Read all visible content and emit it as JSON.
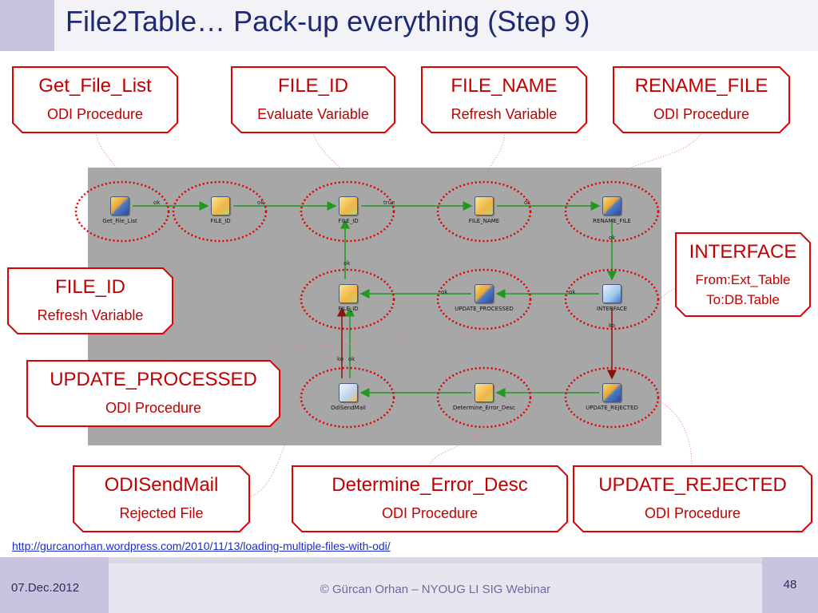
{
  "title": "File2Table… Pack-up everything (Step 9)",
  "callouts": [
    {
      "id": "get-file-list",
      "title": "Get_File_List",
      "subtitle": "ODI Procedure"
    },
    {
      "id": "file-id-evaluate",
      "title": "FILE_ID",
      "subtitle": "Evaluate Variable"
    },
    {
      "id": "file-name",
      "title": "FILE_NAME",
      "subtitle": "Refresh Variable"
    },
    {
      "id": "rename-file",
      "title": "RENAME_FILE",
      "subtitle": "ODI Procedure"
    },
    {
      "id": "interface",
      "title": "INTERFACE",
      "subtitle": "From:Ext_Table",
      "subtitle2": "To:DB.Table"
    },
    {
      "id": "file-id-refresh",
      "title": "FILE_ID",
      "subtitle": "Refresh Variable"
    },
    {
      "id": "update-processed",
      "title": "UPDATE_PROCESSED",
      "subtitle": "ODI Procedure"
    },
    {
      "id": "odisendmail",
      "title": "ODISendMail",
      "subtitle": "Rejected File"
    },
    {
      "id": "determine-error-desc",
      "title": "Determine_Error_Desc",
      "subtitle": "ODI Procedure"
    },
    {
      "id": "update-rejected",
      "title": "UPDATE_REJECTED",
      "subtitle": "ODI Procedure"
    }
  ],
  "workflow": {
    "nodes": [
      {
        "id": "get-file-list",
        "label": "Get_File_List",
        "icon": "procedure-icon"
      },
      {
        "id": "file-id-1",
        "label": "FILE_ID",
        "icon": "variable-icon"
      },
      {
        "id": "file-id-2",
        "label": "FILE_ID",
        "icon": "variable-icon"
      },
      {
        "id": "file-name",
        "label": "FILE_NAME",
        "icon": "variable-icon"
      },
      {
        "id": "rename-file",
        "label": "RENAME_FILE",
        "icon": "procedure-icon"
      },
      {
        "id": "file-id-3",
        "label": "FILE_ID",
        "icon": "variable-icon"
      },
      {
        "id": "update-processed",
        "label": "UPDATE_PROCESSED",
        "icon": "procedure-icon"
      },
      {
        "id": "interface",
        "label": "INTERFACE",
        "icon": "interface-icon"
      },
      {
        "id": "odisendmail",
        "label": "OdiSendMail",
        "icon": "mail-icon"
      },
      {
        "id": "determine-error-desc",
        "label": "Determine_Error_Desc",
        "icon": "variable-icon"
      },
      {
        "id": "update-rejected",
        "label": "UPDATE_REJECTED",
        "icon": "procedure-icon"
      }
    ],
    "edge_labels": [
      "ok",
      "ok",
      "true",
      "ok",
      "ok",
      "ok",
      "ok",
      "ok",
      "ko",
      "ko",
      "ok"
    ]
  },
  "url": "http://gurcanorhan.wordpress.com/2010/11/13/loading-multiple-files-with-odi/",
  "footer": {
    "date": "07.Dec.2012",
    "center": "© Gürcan Orhan – NYOUG LI SIG Webinar",
    "page": "48"
  },
  "colors": {
    "callout_border": "#e00000",
    "callout_text": "#c00000",
    "title_text": "#1f2a74",
    "ok_arrow": "#1e9a1e",
    "ko_arrow": "#8b1010",
    "highlight_ellipse": "#e00000"
  }
}
